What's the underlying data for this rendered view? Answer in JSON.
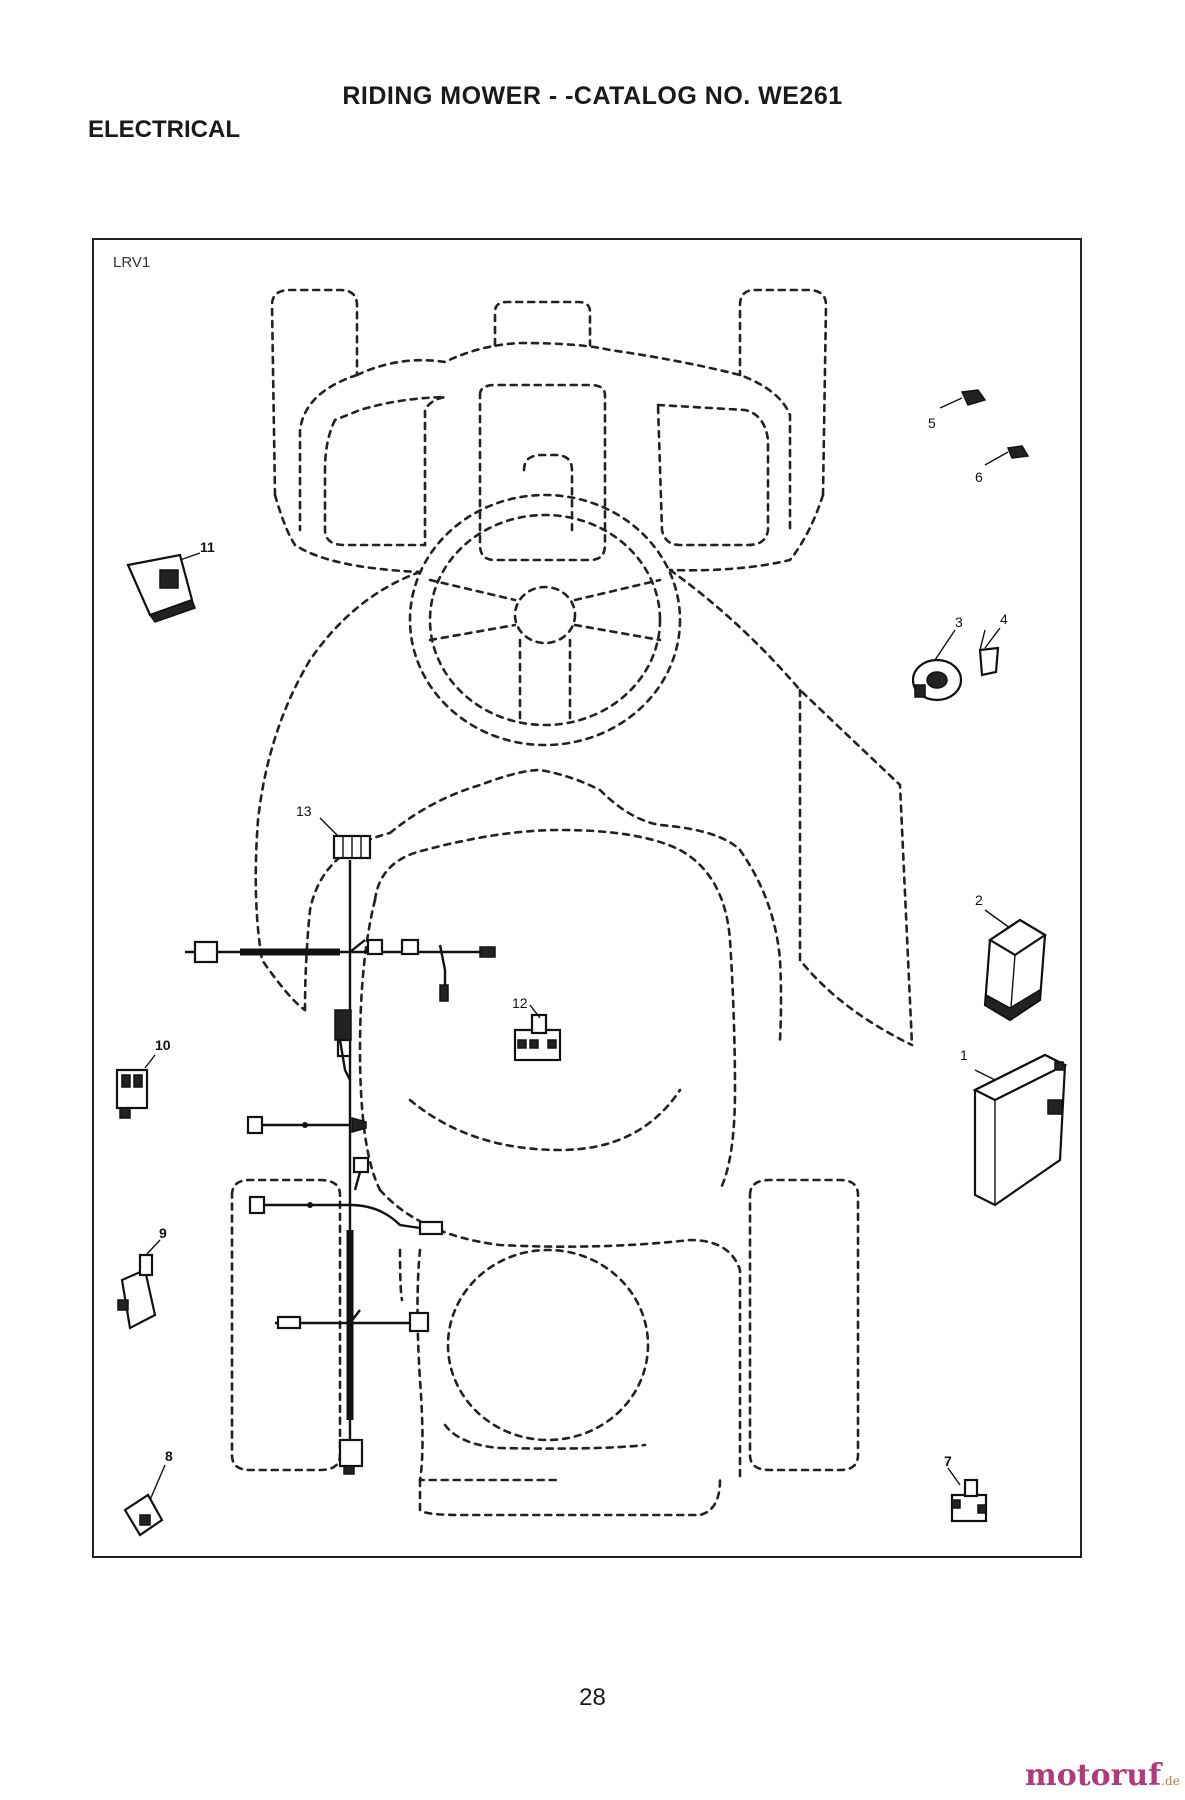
{
  "header": {
    "title": "RIDING MOWER - -CATALOG NO.   WE261",
    "section": "ELECTRICAL"
  },
  "diagram": {
    "code": "LRV1",
    "callouts": [
      "1",
      "2",
      "3",
      "4",
      "5",
      "6",
      "7",
      "8",
      "9",
      "10",
      "11",
      "12",
      "13"
    ]
  },
  "footer": {
    "page_number": "28",
    "watermark": "motoruf",
    "watermark_suffix": ".de"
  },
  "colors": {
    "ink": "#1a1a1a",
    "watermark": "#b03a7a"
  }
}
